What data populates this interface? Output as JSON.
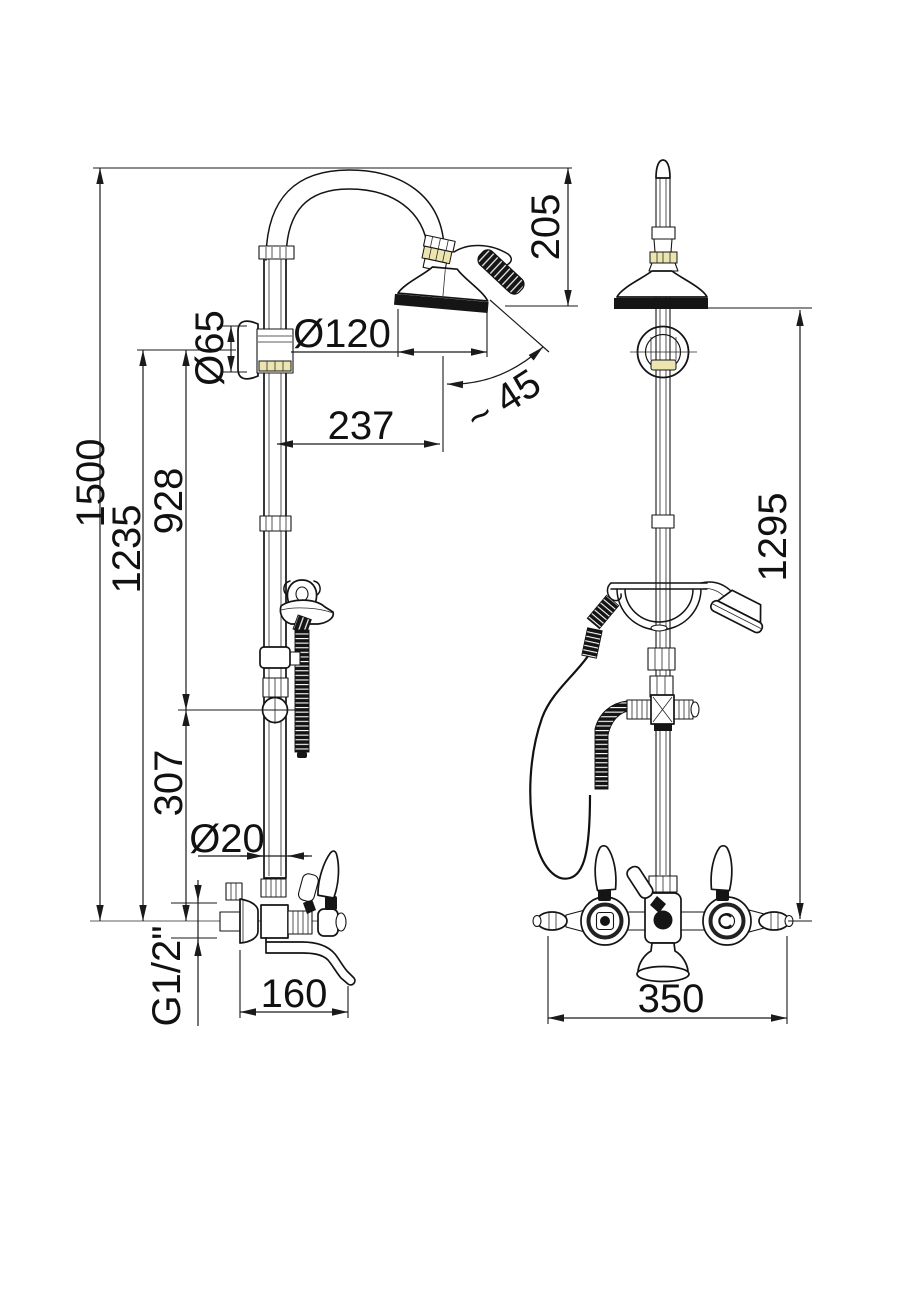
{
  "drawing": {
    "colors": {
      "line": "#1a1a1a",
      "brass_accent": "#ece5b0",
      "background": "#ffffff"
    },
    "labels": {
      "total_height": "1500",
      "column_height": "1235",
      "upper_column": "928",
      "lower_column": "307",
      "flange_diameter": "Ø65",
      "head_diameter": "Ø120",
      "arm_reach": "237",
      "head_angle": "~ 45",
      "head_drop": "205",
      "front_height": "1295",
      "pipe_diameter": "Ø20",
      "thread_size": "G1/2\"",
      "spout_reach": "160",
      "mixer_width": "350"
    }
  }
}
